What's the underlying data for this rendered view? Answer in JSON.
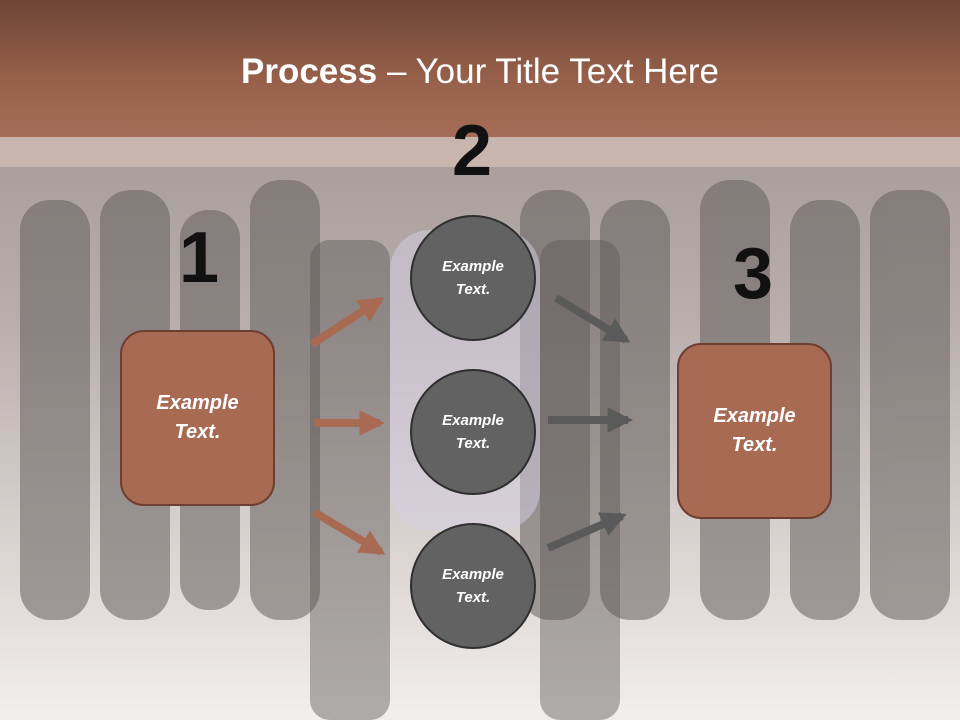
{
  "title": {
    "bold": "Process",
    "rest": " – Your Title Text Here"
  },
  "steps": [
    {
      "number": "1",
      "text": "Example\nText."
    },
    {
      "number": "2"
    },
    {
      "number": "3",
      "text": "Example\nText."
    }
  ],
  "circles": [
    {
      "text": "Example\nText."
    },
    {
      "text": "Example\nText."
    },
    {
      "text": "Example\nText."
    }
  ],
  "colors": {
    "header": "#955f49",
    "box_fill": "#a96a54",
    "circle_fill": "#626262",
    "arrow_brown": "#a96a54",
    "arrow_gray": "#5a5a5a"
  }
}
